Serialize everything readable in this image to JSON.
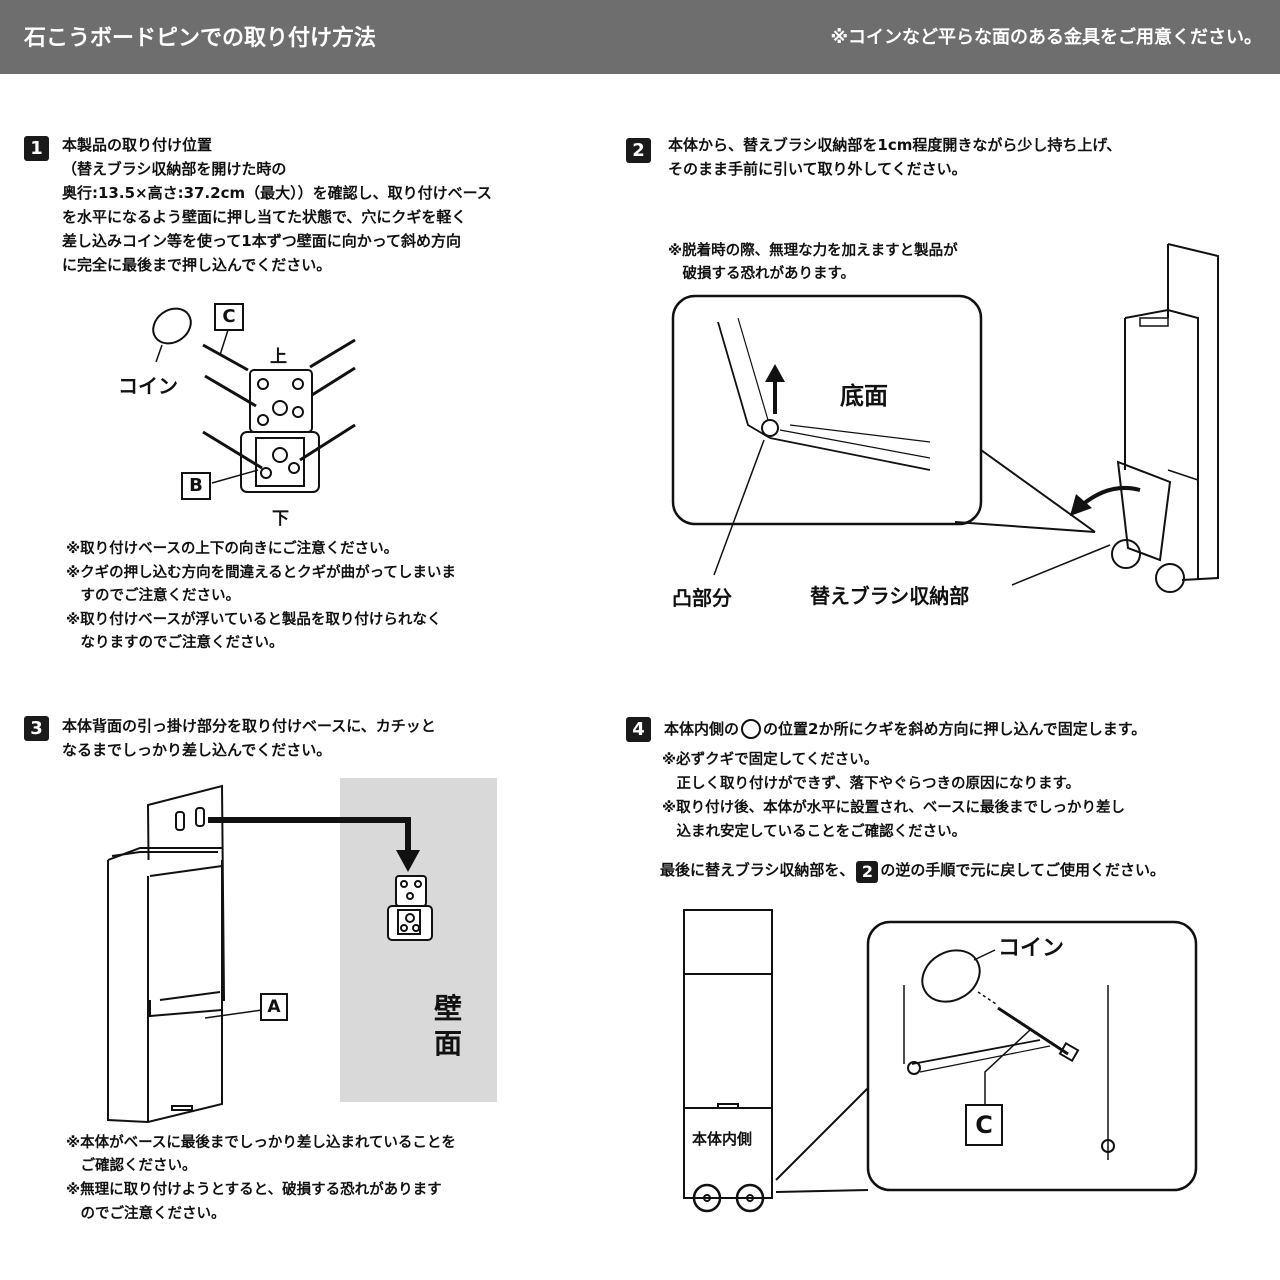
{
  "header": {
    "title": "石こうボードピンでの取り付け方法",
    "note": "※コインなど平らな面のある金具をご用意ください。"
  },
  "step1": {
    "num": "1",
    "lines": [
      "本製品の取り付け位置",
      "（替えブラシ収納部を開けた時の",
      "奥行:13.5×高さ:37.2cm（最大））を確認し、取り付けベース",
      "を水平になるよう壁面に押し当てた状態で、穴にクギを軽く",
      "差し込みコイン等を使って1本ずつ壁面に向かって斜め方向",
      "に完全に最後まで押し込んでください。"
    ],
    "label_coin": "コイン",
    "label_c": "C",
    "label_b": "B",
    "label_top": "上",
    "label_bottom": "下",
    "notes": [
      "※取り付けベースの上下の向きにご注意ください。",
      "※クギの押し込む方向を間違えるとクギが曲がってしまいま",
      "　すのでご注意ください。",
      "※取り付けベースが浮いていると製品を取り付けられなく",
      "　なりますのでご注意ください。"
    ]
  },
  "step2": {
    "num": "2",
    "lines": [
      "本体から、替えブラシ収納部を1cm程度開きながら少し持ち上げ、",
      "そのまま手前に引いて取り外してください。"
    ],
    "warning": [
      "※脱着時の際、無理な力を加えますと製品が",
      "　破損する恐れがあります。"
    ],
    "label_bottom_face": "底面",
    "label_protrusion": "凸部分",
    "label_brush_storage": "替えブラシ収納部"
  },
  "step3": {
    "num": "3",
    "lines": [
      "本体背面の引っ掛け部分を取り付けベースに、カチッと",
      "なるまでしっかり差し込んでください。"
    ],
    "label_a": "A",
    "label_wall_1": "壁",
    "label_wall_2": "面",
    "notes": [
      "※本体がベースに最後までしっかり差し込まれていることを",
      "　ご確認ください。",
      "※無理に取り付けようとすると、破損する恐れがあります",
      "　のでご注意ください。"
    ]
  },
  "step4": {
    "num": "4",
    "line_pre": "本体内側の",
    "line_post": "の位置2か所にクギを斜め方向に押し込んで固定します。",
    "notes": [
      "※必ずクギで固定してください。",
      "　正しく取り付けができず、落下やぐらつきの原因になります。",
      "※取り付け後、本体が水平に設置され、ベースに最後までしっかり差し",
      "　込まれ安定していることをご確認ください。"
    ],
    "final_pre": "最後に替えブラシ収納部を、",
    "final_ref": "2",
    "final_post": "の逆の手順で元に戻してご使用ください。",
    "label_inner": "本体内側",
    "label_coin": "コイン",
    "label_c": "C"
  }
}
